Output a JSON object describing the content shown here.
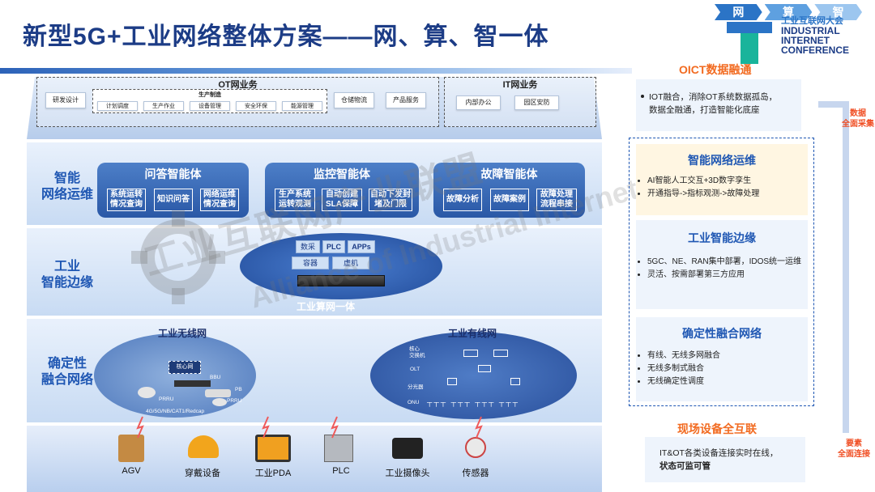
{
  "title": "新型5G+工业网络整体方案——网、算、智一体",
  "logo": {
    "tabs": [
      "网",
      "算",
      "智"
    ],
    "cn": "工业互联网大会",
    "en": [
      "INDUSTRIAL",
      "INTERNET",
      "CONFERENCE"
    ]
  },
  "ot": {
    "header": "OT网业务",
    "rd": "研发设计",
    "prod_title": "生产制造",
    "prod_items": [
      "计划调度",
      "生产作业",
      "设备管理",
      "安全环保",
      "能源管理"
    ],
    "warehouse": "仓储物流",
    "product_service": "产品服务"
  },
  "it": {
    "header": "IT网业务",
    "items": [
      "内部办公",
      "园区安防"
    ]
  },
  "rows": {
    "ops": [
      "智能",
      "网络运维"
    ],
    "edge": [
      "工业",
      "智能边缘"
    ],
    "net": [
      "确定性",
      "融合网络"
    ]
  },
  "agents": [
    {
      "title": "问答智能体",
      "buttons": [
        [
          "系统运转",
          "情况查询"
        ],
        [
          "知识问答"
        ],
        [
          "网络运维",
          "情况查询"
        ]
      ]
    },
    {
      "title": "监控智能体",
      "buttons": [
        [
          "生产系统",
          "运转观测"
        ],
        [
          "自动创建",
          "SLA保障"
        ],
        [
          "自动下发封",
          "堵及门限"
        ]
      ]
    },
    {
      "title": "故障智能体",
      "buttons": [
        [
          "故障分析"
        ],
        [
          "故障案例"
        ],
        [
          "故障处理",
          "流程串接"
        ]
      ]
    }
  ],
  "edge": {
    "pills_top": [
      "数采",
      "PLC",
      "APPs"
    ],
    "pills_bottom": [
      "容器",
      "虚机"
    ],
    "label": "工业算网一体"
  },
  "wireless": {
    "title": "工业无线网",
    "core": "核心网",
    "bbu": "BBU",
    "pb": "PB",
    "prru1": "PRRU",
    "prru2": "PRRU",
    "tech": "4G/5G/NB/CAT1/Redcap"
  },
  "wired": {
    "title": "工业有线网",
    "core": [
      "核心",
      "交换机"
    ],
    "olt": "OLT",
    "splitter": "分光器",
    "onu": "ONU"
  },
  "devices": [
    "AGV",
    "穿戴设备",
    "工业PDA",
    "PLC",
    "工业摄像头",
    "传感器"
  ],
  "right": {
    "oict_title": "OICT数据融通",
    "oict_text": [
      "IOT融合，消除OT系统数据孤岛，",
      "数据全融通，打造智能化底座"
    ],
    "side_top": [
      "数据",
      "全面采集"
    ],
    "ops_title": "智能网络运维",
    "ops_items": [
      "AI智能人工交互+3D数字孪生",
      "开通指导->指标观测->故障处理"
    ],
    "edge_title": "工业智能边缘",
    "edge_items": [
      "5GC、NE、RAN集中部署，IDOS统一运维",
      "灵活、按需部署第三方应用"
    ],
    "net_title": "确定性融合网络",
    "net_items": [
      "有线、无线多网融合",
      "无线多制式融合",
      "无线确定性调度"
    ],
    "conn_title": "现场设备全互联",
    "conn_text": [
      "IT&OT各类设备连接实时在线，",
      "状态可监可管"
    ],
    "side_bottom": [
      "要素",
      "全面连接"
    ]
  }
}
